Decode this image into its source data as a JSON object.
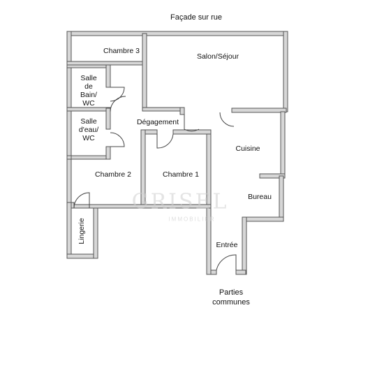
{
  "labels": {
    "street_facade": "Façade sur rue",
    "common_areas_line1": "Parties",
    "common_areas_line2": "communes"
  },
  "rooms": {
    "chambre3": "Chambre 3",
    "salon": "Salon/Séjour",
    "salle_bain": [
      "Salle",
      "de",
      "Bain/",
      "WC"
    ],
    "salle_eau": [
      "Salle",
      "d'eau/",
      "WC"
    ],
    "degagement": "Dégagement",
    "cuisine": "Cuisine",
    "chambre2": "Chambre 2",
    "chambre1": "Chambre 1",
    "bureau": "Bureau",
    "lingerie": "Lingerie",
    "entree": "Entrée"
  },
  "watermark": {
    "logo": "GRISEL",
    "subtitle": "IMMOBILIER"
  },
  "colors": {
    "wall_fill": "#d7d7d7",
    "wall_stroke": "#555555"
  }
}
